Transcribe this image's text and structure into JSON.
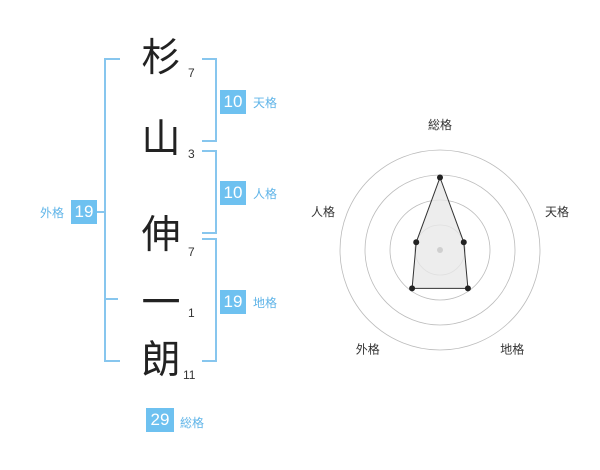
{
  "name": {
    "characters": [
      {
        "char": "杉",
        "strokes": "7"
      },
      {
        "char": "山",
        "strokes": "3"
      },
      {
        "char": "伸",
        "strokes": "7"
      },
      {
        "char": "一",
        "strokes": "1"
      },
      {
        "char": "朗",
        "strokes": "11"
      }
    ]
  },
  "fortunes": {
    "tenkaku": {
      "value": "10",
      "label": "天格"
    },
    "jinkaku": {
      "value": "10",
      "label": "人格"
    },
    "chikaku": {
      "value": "19",
      "label": "地格"
    },
    "gaikaku": {
      "value": "19",
      "label": "外格"
    },
    "soukaku": {
      "value": "29",
      "label": "総格"
    }
  },
  "colors": {
    "accent": "#6ec1f0",
    "bracket": "#87c6ee"
  },
  "chart_data": {
    "type": "radar",
    "axes": [
      "総格",
      "天格",
      "地格",
      "外格",
      "人格"
    ],
    "values": [
      29,
      10,
      19,
      19,
      10
    ],
    "rings": 4
  }
}
